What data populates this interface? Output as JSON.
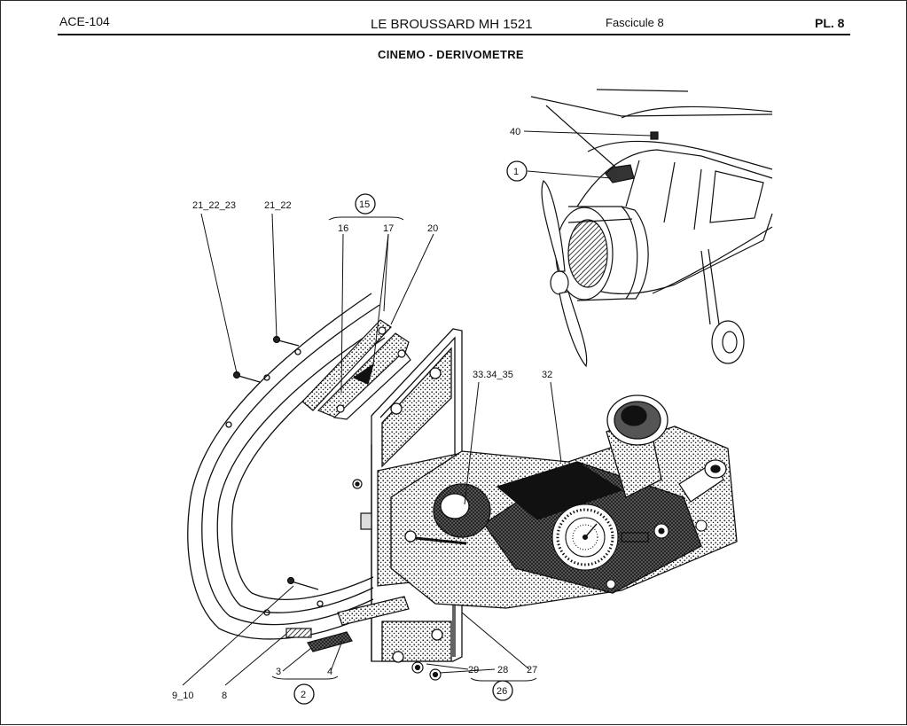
{
  "header": {
    "doc_ref": "ACE-104",
    "aircraft": "LE BROUSSARD MH 1521",
    "fascicule": "Fascicule  8",
    "plate": "PL. 8"
  },
  "plate_title": "CINEMO - DERIVOMETRE",
  "callouts": {
    "c40": "40",
    "c1": "1",
    "c15": "15",
    "c16": "16",
    "c17": "17",
    "c20": "20",
    "c21_22_23": "21_22_23",
    "c21_22": "21_22",
    "c33_34_35": "33.34_35",
    "c32": "32",
    "c29": "29",
    "c28": "28",
    "c27": "27",
    "c26": "26",
    "c9_10": "9_10",
    "c8": "8",
    "c3": "3",
    "c4": "4",
    "c2": "2"
  }
}
